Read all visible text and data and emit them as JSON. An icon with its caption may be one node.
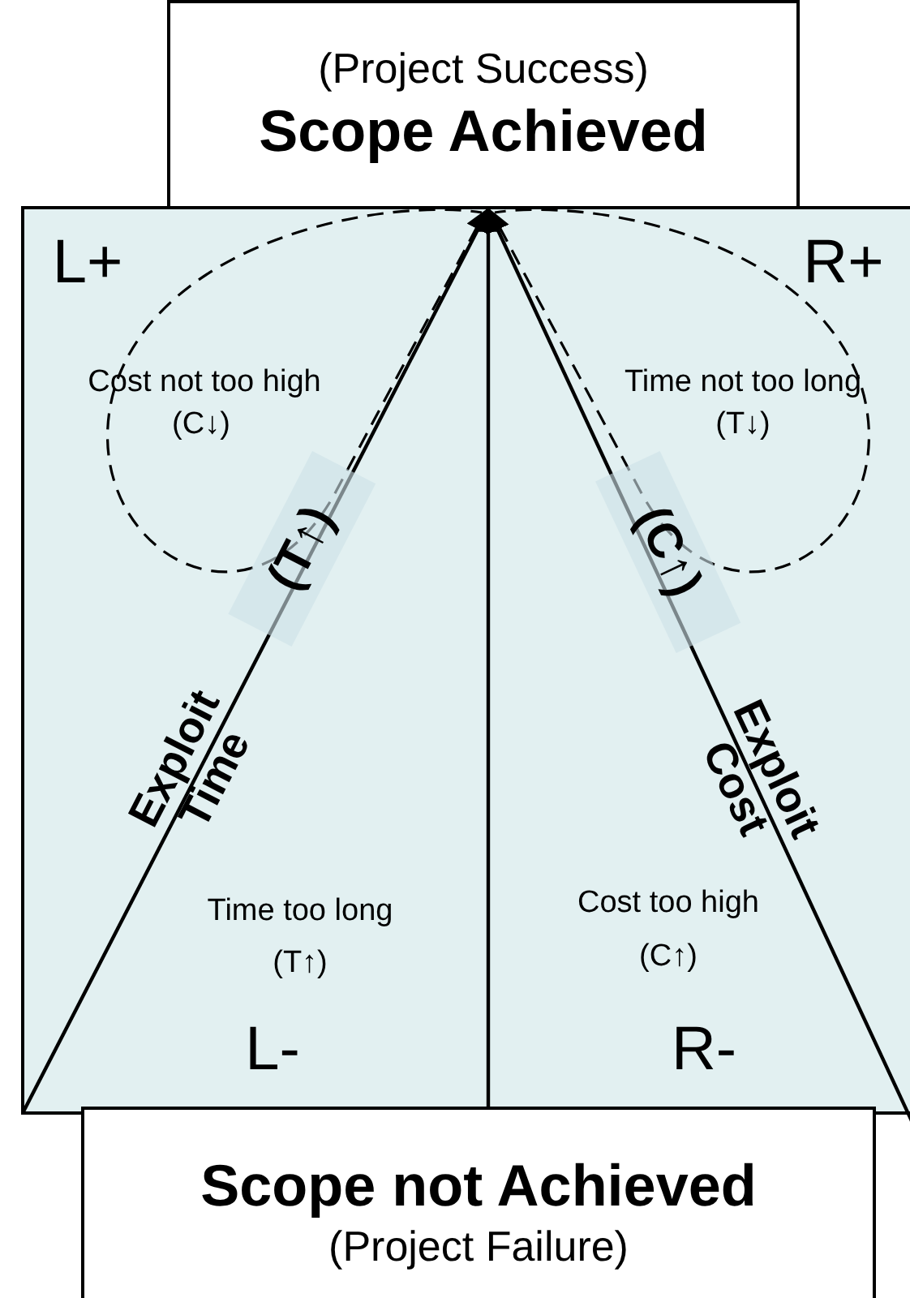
{
  "diagram": {
    "nodes": [
      {
        "text": [
          "(Project Success)",
          "Scope Achieved"
        ]
      },
      {
        "text": [
          "Scope not Achieved",
          "(Project Failure)"
        ]
      }
    ],
    "edges": [
      {
        "from": 1,
        "to": 0,
        "arrow": "to"
      },
      {
        "from": null,
        "to": 0,
        "arrow": "to"
      },
      {
        "from": null,
        "to": 0,
        "arrow": "to"
      }
    ],
    "labels": [
      "L+",
      "R+",
      "Cost not too high",
      "(C↓)",
      "Time not too long",
      "(T↓)",
      "(T↑)",
      "(C↑)",
      "Exploit Time",
      "Exploit Cost",
      "Time too long",
      "(T↑)",
      "Cost too high",
      "(C↑)",
      "L-",
      "R-"
    ]
  }
}
